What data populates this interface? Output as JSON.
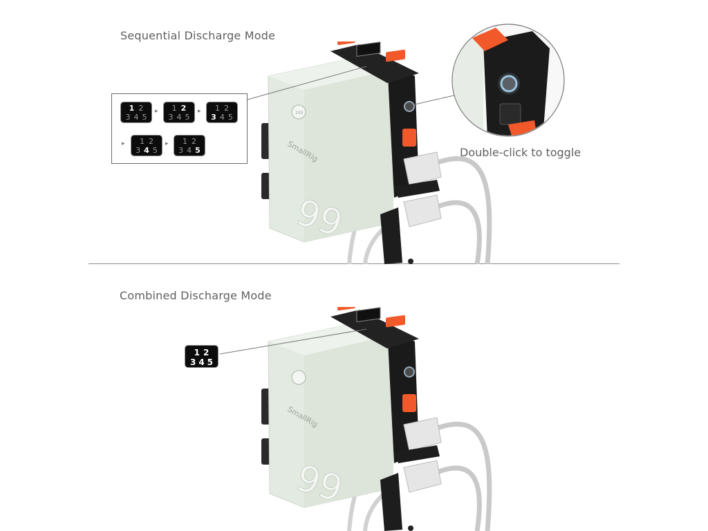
{
  "sequential": {
    "heading": "Sequential Discharge Mode",
    "toggle_caption": "Double-click to toggle",
    "steps": [
      {
        "r1": [
          "1",
          "2"
        ],
        "r2": [
          "3",
          "4",
          "5"
        ],
        "active": "1"
      },
      {
        "r1": [
          "1",
          "2"
        ],
        "r2": [
          "3",
          "4",
          "5"
        ],
        "active": "2"
      },
      {
        "r1": [
          "1",
          "2"
        ],
        "r2": [
          "3",
          "4",
          "5"
        ],
        "active": "3"
      },
      {
        "r1": [
          "1",
          "2"
        ],
        "r2": [
          "3",
          "4",
          "5"
        ],
        "active": "4"
      },
      {
        "r1": [
          "1",
          "2"
        ],
        "r2": [
          "3",
          "4",
          "5"
        ],
        "active": "5"
      }
    ]
  },
  "combined": {
    "heading": "Combined Discharge Mode",
    "chip": {
      "r1": [
        "1",
        "2"
      ],
      "r2": [
        "3",
        "4",
        "5"
      ]
    }
  },
  "product": {
    "brand": "SmallRig",
    "model_mark": "99",
    "badge": "100"
  },
  "colors": {
    "accent": "#f2592a",
    "battery": "#e4ebe2",
    "body": "#1a1a1a"
  }
}
